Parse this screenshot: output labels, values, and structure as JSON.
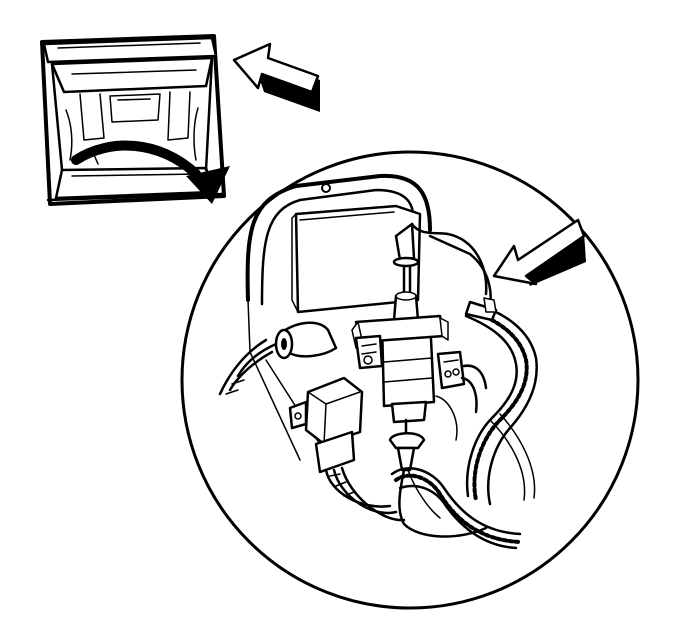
{
  "figure": {
    "type": "technical-line-drawing",
    "colors": {
      "ink": "#000000",
      "paper": "#ffffff"
    },
    "parts": {
      "overview": "vehicle-cargo-area",
      "detail": "magnified-component-view",
      "arrows": [
        "overview-arrow",
        "location-arrow",
        "detail-arrow"
      ]
    }
  }
}
